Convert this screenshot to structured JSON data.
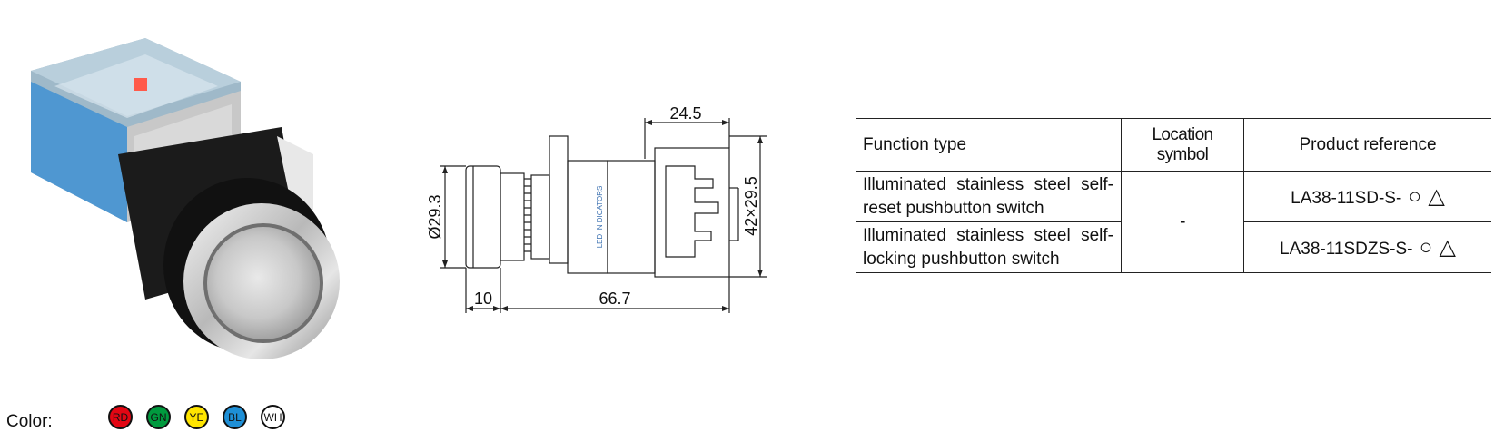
{
  "drawing": {
    "dim_top": "24.5",
    "dim_diameter": "Ø29.3",
    "dim_height": "42×29.5",
    "dim_cap": "10",
    "dim_length": "66.7",
    "body_text": "LED IN DICATORS"
  },
  "table": {
    "headers": [
      "Function type",
      "Location symbol",
      "Product reference"
    ],
    "rows": [
      {
        "function": "Illuminated stainless steel self-reset pushbutton switch",
        "product": "LA38-11SD-S-"
      },
      {
        "function": "Illuminated stainless steel self-locking pushbutton switch",
        "product": "LA38-11SDZS-S-"
      }
    ],
    "location_symbol": "-",
    "circle_glyph": "○",
    "triangle_glyph": "△"
  },
  "colors": {
    "label": "Color:",
    "swatches": [
      {
        "code": "RD",
        "fill": "#e30613",
        "text_color": "#111111"
      },
      {
        "code": "GN",
        "fill": "#009a3e",
        "text_color": "#111111"
      },
      {
        "code": "YE",
        "fill": "#ffe500",
        "text_color": "#111111"
      },
      {
        "code": "BL",
        "fill": "#1e8fd6",
        "text_color": "#111111"
      },
      {
        "code": "WH",
        "fill": "#ffffff",
        "text_color": "#111111"
      }
    ]
  }
}
